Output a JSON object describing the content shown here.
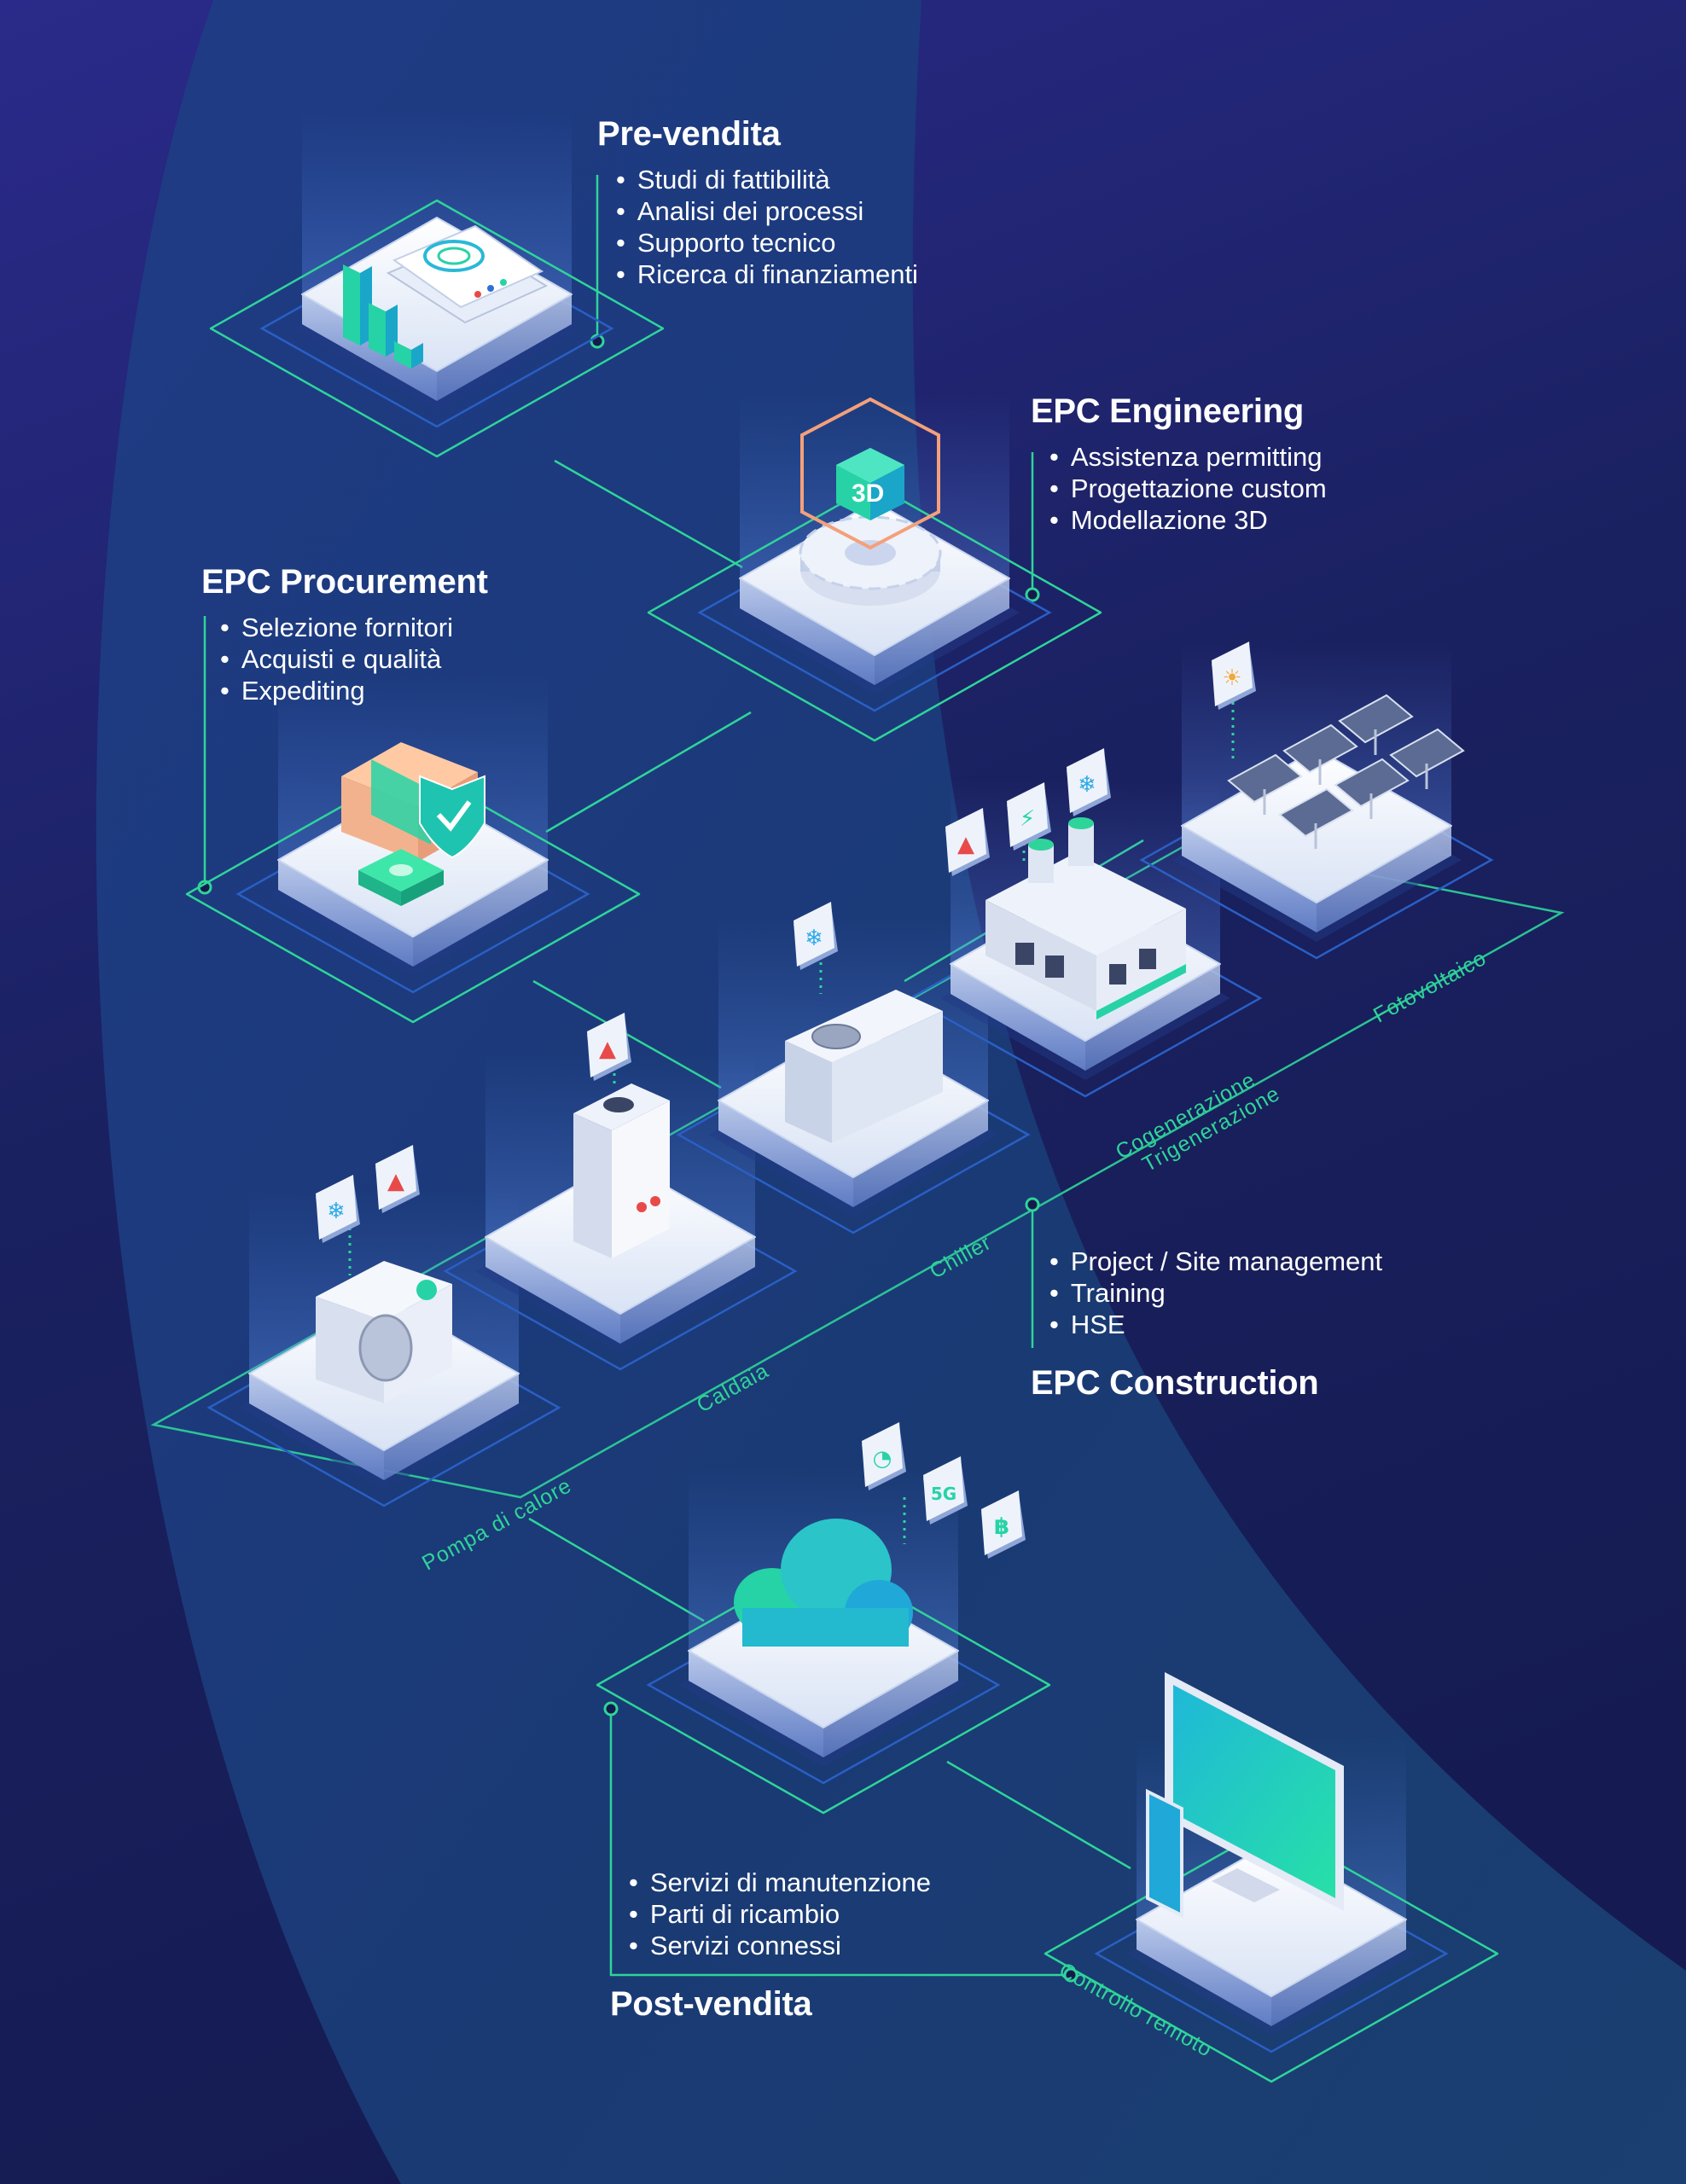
{
  "colors": {
    "background": "#151a4d",
    "arc": "#1b3d72",
    "line": "#2fd49a",
    "text": "#ffffff",
    "accent": "#2fd49a"
  },
  "sections": {
    "prevendita": {
      "title": "Pre-vendita",
      "items": [
        "Studi di fattibilità",
        "Analisi dei processi",
        "Supporto tecnico",
        "Ricerca di finanziamenti"
      ]
    },
    "engineering": {
      "title": "EPC Engineering",
      "items": [
        "Assistenza permitting",
        "Progettazione custom",
        "Modellazione 3D"
      ]
    },
    "procurement": {
      "title": "EPC Procurement",
      "items": [
        "Selezione fornitori",
        "Acquisti e qualità",
        "Expediting"
      ]
    },
    "construction": {
      "title": "EPC Construction",
      "items": [
        "Project / Site management",
        "Training",
        "HSE"
      ]
    },
    "postvendita": {
      "title": "Post-vendita",
      "items": [
        "Servizi di manutenzione",
        "Parti di ricambio",
        "Servizi connessi"
      ]
    }
  },
  "categories": {
    "pompa": "Pompa di calore",
    "caldaia": "Caldaia",
    "chiller": "Chiller",
    "cogenerazione": "Cogenerazione",
    "trigenerazione": "Trigenerazione",
    "fotovoltaico": "Fotovoltaico",
    "controllo": "Controllo remoto"
  },
  "icons": [
    "bar-chart-icon",
    "documents-icon",
    "3d-cube-icon",
    "gear-icon",
    "box-icon",
    "shield-check-icon",
    "cash-icon",
    "heat-pump-icon",
    "boiler-icon",
    "chiller-icon",
    "factory-icon",
    "solar-panel-icon",
    "cloud-icon",
    "monitor-icon",
    "tablet-icon",
    "flame-icon",
    "snowflake-icon",
    "lightning-icon",
    "sun-icon",
    "wifi-icon",
    "5g-icon",
    "bluetooth-icon"
  ]
}
